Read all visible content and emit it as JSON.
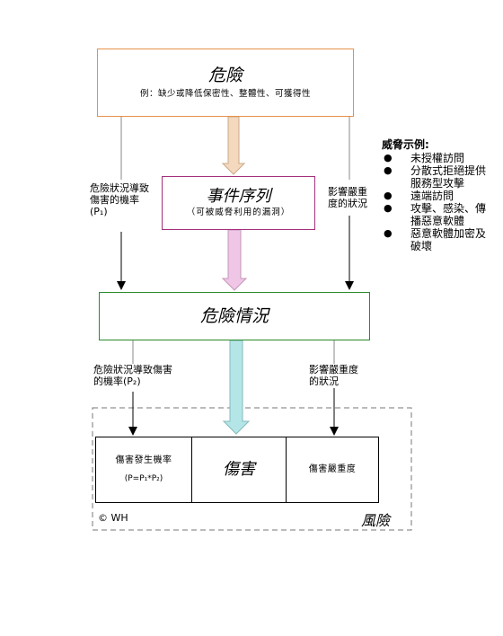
{
  "hazard": {
    "title": "危險",
    "example": "例：缺少或降低保密性、整體性、可獲得性"
  },
  "event_sequence": {
    "title": "事件序列",
    "subtitle": "（可被威脅利用的漏洞）"
  },
  "hazardous_situation": {
    "title": "危險情況"
  },
  "labels": {
    "p1": "危險狀況導致傷害的機率(P₁)",
    "severity_top": "影響嚴重度的狀況",
    "p2": "危險狀況導致傷害的機率(P₂)",
    "severity_bottom": "影響嚴重度的狀況"
  },
  "threats": {
    "title": "威脅示例:",
    "bullet": "●",
    "items": [
      "未授權訪問",
      "分散式拒絕提供服務型攻擊",
      "遠端訪問",
      "攻擊、感染、傳播惡意軟體",
      "惡意軟體加密及破壞"
    ]
  },
  "risk": {
    "label": "風險",
    "copyright": "© WH",
    "probability_title": "傷害發生機率",
    "probability_formula": "(P=P₁*P₂)",
    "harm": "傷害",
    "severity": "傷害嚴重度"
  },
  "colors": {
    "hazard_border": "#e8904a",
    "event_border": "#a3307a",
    "situation_border": "#2a8a2a",
    "arrow_orange": "#f5d9bf",
    "arrow_pink": "#f0c6e6",
    "arrow_cyan": "#b4e6e8"
  }
}
